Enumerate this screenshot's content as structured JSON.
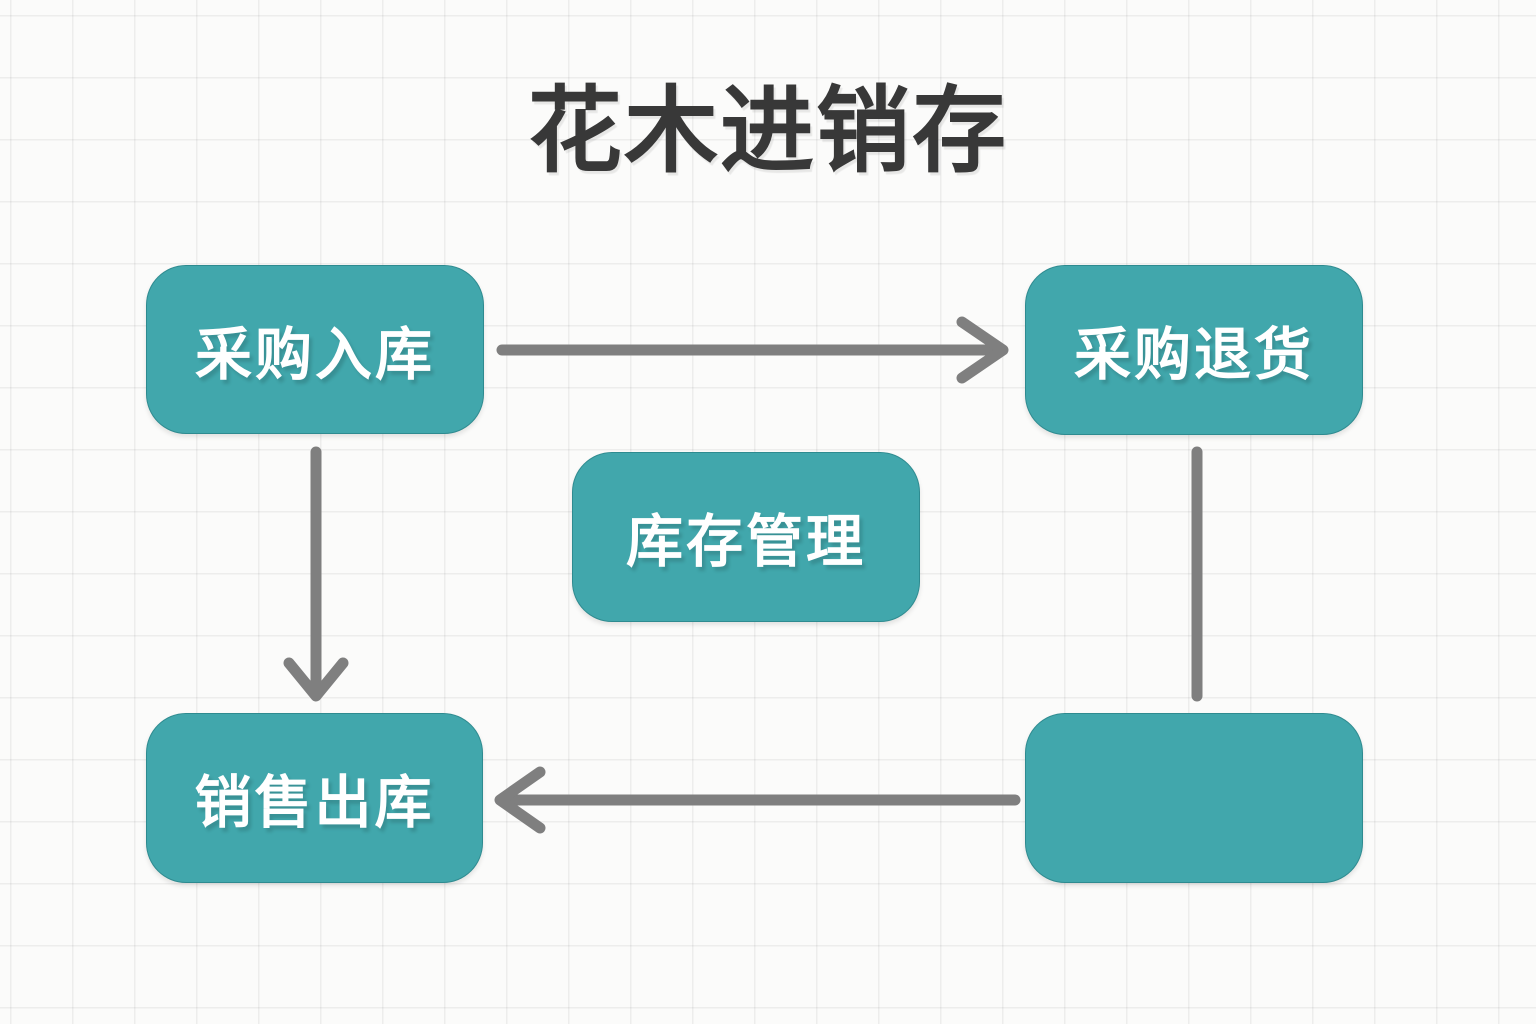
{
  "title": "花木进销存",
  "diagram": {
    "nodes": [
      {
        "id": "purchase-inbound",
        "label": "采购入库"
      },
      {
        "id": "purchase-return",
        "label": "采购退货"
      },
      {
        "id": "inventory-management",
        "label": "库存管理"
      },
      {
        "id": "sales-outbound",
        "label": "销售出库"
      },
      {
        "id": "unlabeled",
        "label": ""
      }
    ],
    "edges": [
      {
        "from": "采购入库",
        "to": "采购退货",
        "style": "arrow",
        "direction": "right"
      },
      {
        "from": "采购入库",
        "to": "销售出库",
        "style": "arrow",
        "direction": "down"
      },
      {
        "from": "采购退货",
        "to": "unlabeled",
        "style": "line",
        "direction": "down"
      },
      {
        "from": "unlabeled",
        "to": "销售出库",
        "style": "arrow",
        "direction": "left"
      }
    ],
    "colors": {
      "node_fill": "#41a7ac",
      "node_text": "#ffffff",
      "connector": "#7f7f7f",
      "title_text": "#383838",
      "background": "#fbfbfa",
      "grid_line": "#ececec"
    }
  }
}
